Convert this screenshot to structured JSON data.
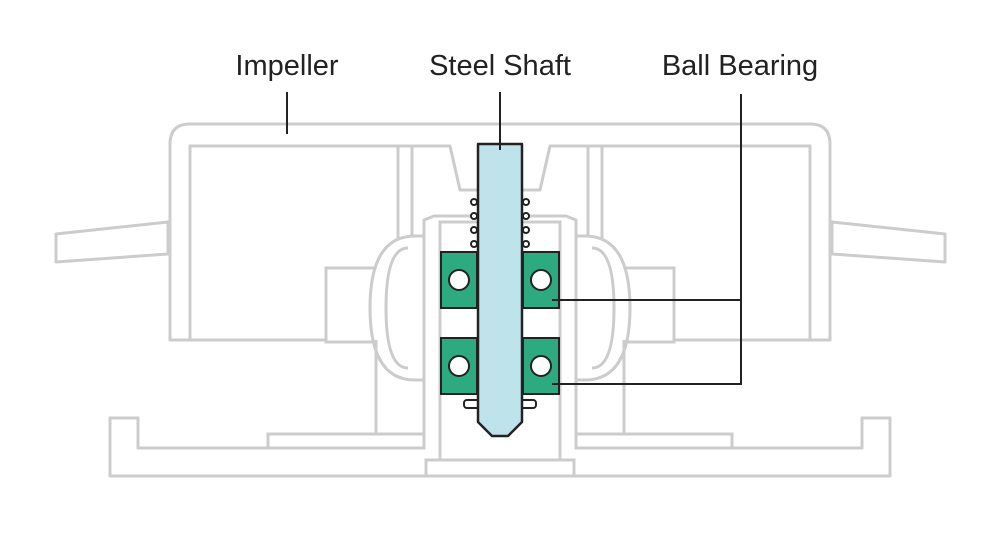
{
  "labels": {
    "impeller": "Impeller",
    "shaft": "Steel Shaft",
    "bearing": "Ball Bearing"
  },
  "colors": {
    "housing": "#cccccc",
    "shaft": "#bfe3ea",
    "bearing": "#2eaa80",
    "leader": "#222222"
  }
}
